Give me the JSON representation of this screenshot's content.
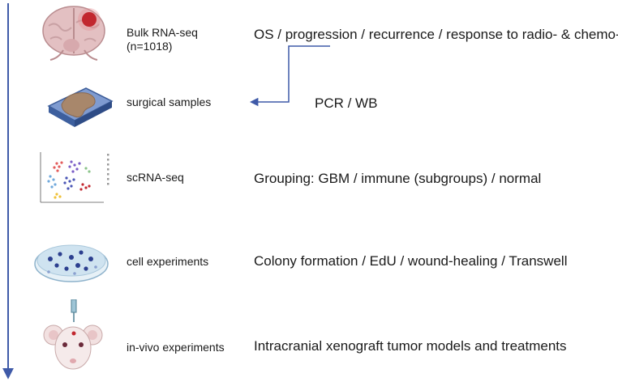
{
  "steps": [
    {
      "icon": "brain-icon",
      "label": "Bulk RNA-seq",
      "note": "(n=1018)",
      "description": "OS / progression / recurrence / response to radio- & chemo-"
    },
    {
      "icon": "tissue-slide-icon",
      "label": "surgical samples",
      "description": "PCR / WB"
    },
    {
      "icon": "tsne-plot-icon",
      "label": "scRNA-seq",
      "description": "Grouping: GBM / immune (subgroups) / normal"
    },
    {
      "icon": "petri-dish-icon",
      "label": "cell experiments",
      "description": "Colony formation / EdU / wound-healing / Transwell"
    },
    {
      "icon": "mouse-icon",
      "label": "in-vivo experiments",
      "description": "Intracranial xenograft tumor models and treatments"
    }
  ],
  "colors": {
    "arrow": "#3f5aa8",
    "text": "#1a1a1a",
    "brain": "#e3c0c2",
    "tumor": "#c2272f",
    "tray": "#5a7bb5",
    "dish": "#cfe3f0",
    "cell_dot": "#2c3f8f"
  }
}
